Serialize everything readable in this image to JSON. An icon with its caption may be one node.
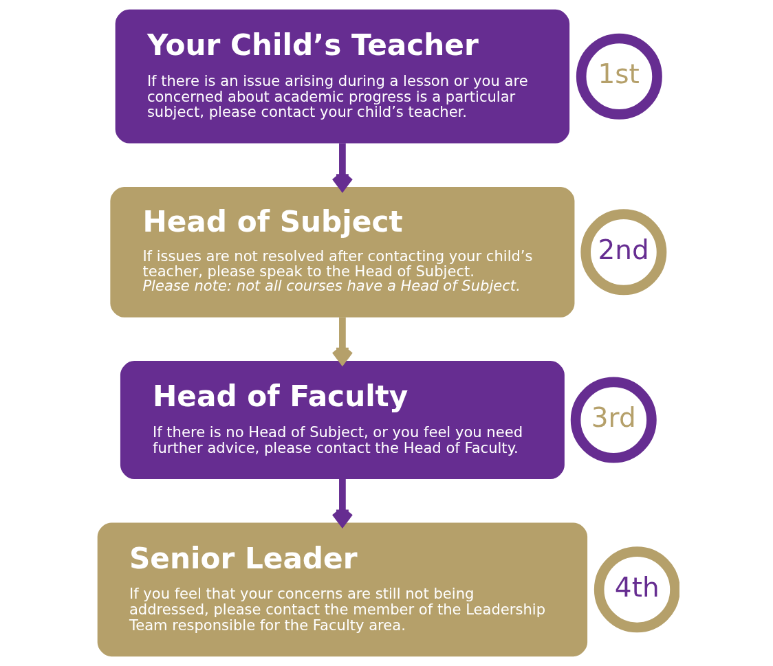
{
  "diagram": {
    "nodes": [
      {
        "text": [
          "1st"
        ]
      },
      {
        "text": [
          "Your Child’s Teacher",
          "If there is an issue arising during a lesson or you are concerned about academic progress is a particular subject, please contact your child’s teacher."
        ]
      },
      {
        "text": [
          "2nd"
        ]
      },
      {
        "text": [
          "Head of Subject",
          "If issues are not resolved after contacting your child’s teacher, please speak to the Head of Subject. *Please note: not all courses have a Head of Subject.*"
        ]
      },
      {
        "text": [
          "3rd"
        ]
      },
      {
        "text": [
          "Head of Faculty",
          "If there is no Head of Subject, or you feel you need further advice, please contact the Head of Faculty."
        ]
      },
      {
        "text": [
          "4th"
        ]
      },
      {
        "text": [
          "Senior Leader",
          "If you feel that your concerns are still not being addressed, please contact the member of the Leadership Team responsible for the Faculty area."
        ]
      }
    ],
    "edges": [
      {
        "from": 1,
        "to": 3,
        "arrow": "to"
      },
      {
        "from": 3,
        "to": 5,
        "arrow": "to",
        "color": "#b5a06a"
      },
      {
        "from": 5,
        "to": 7,
        "arrow": "to"
      }
    ]
  }
}
